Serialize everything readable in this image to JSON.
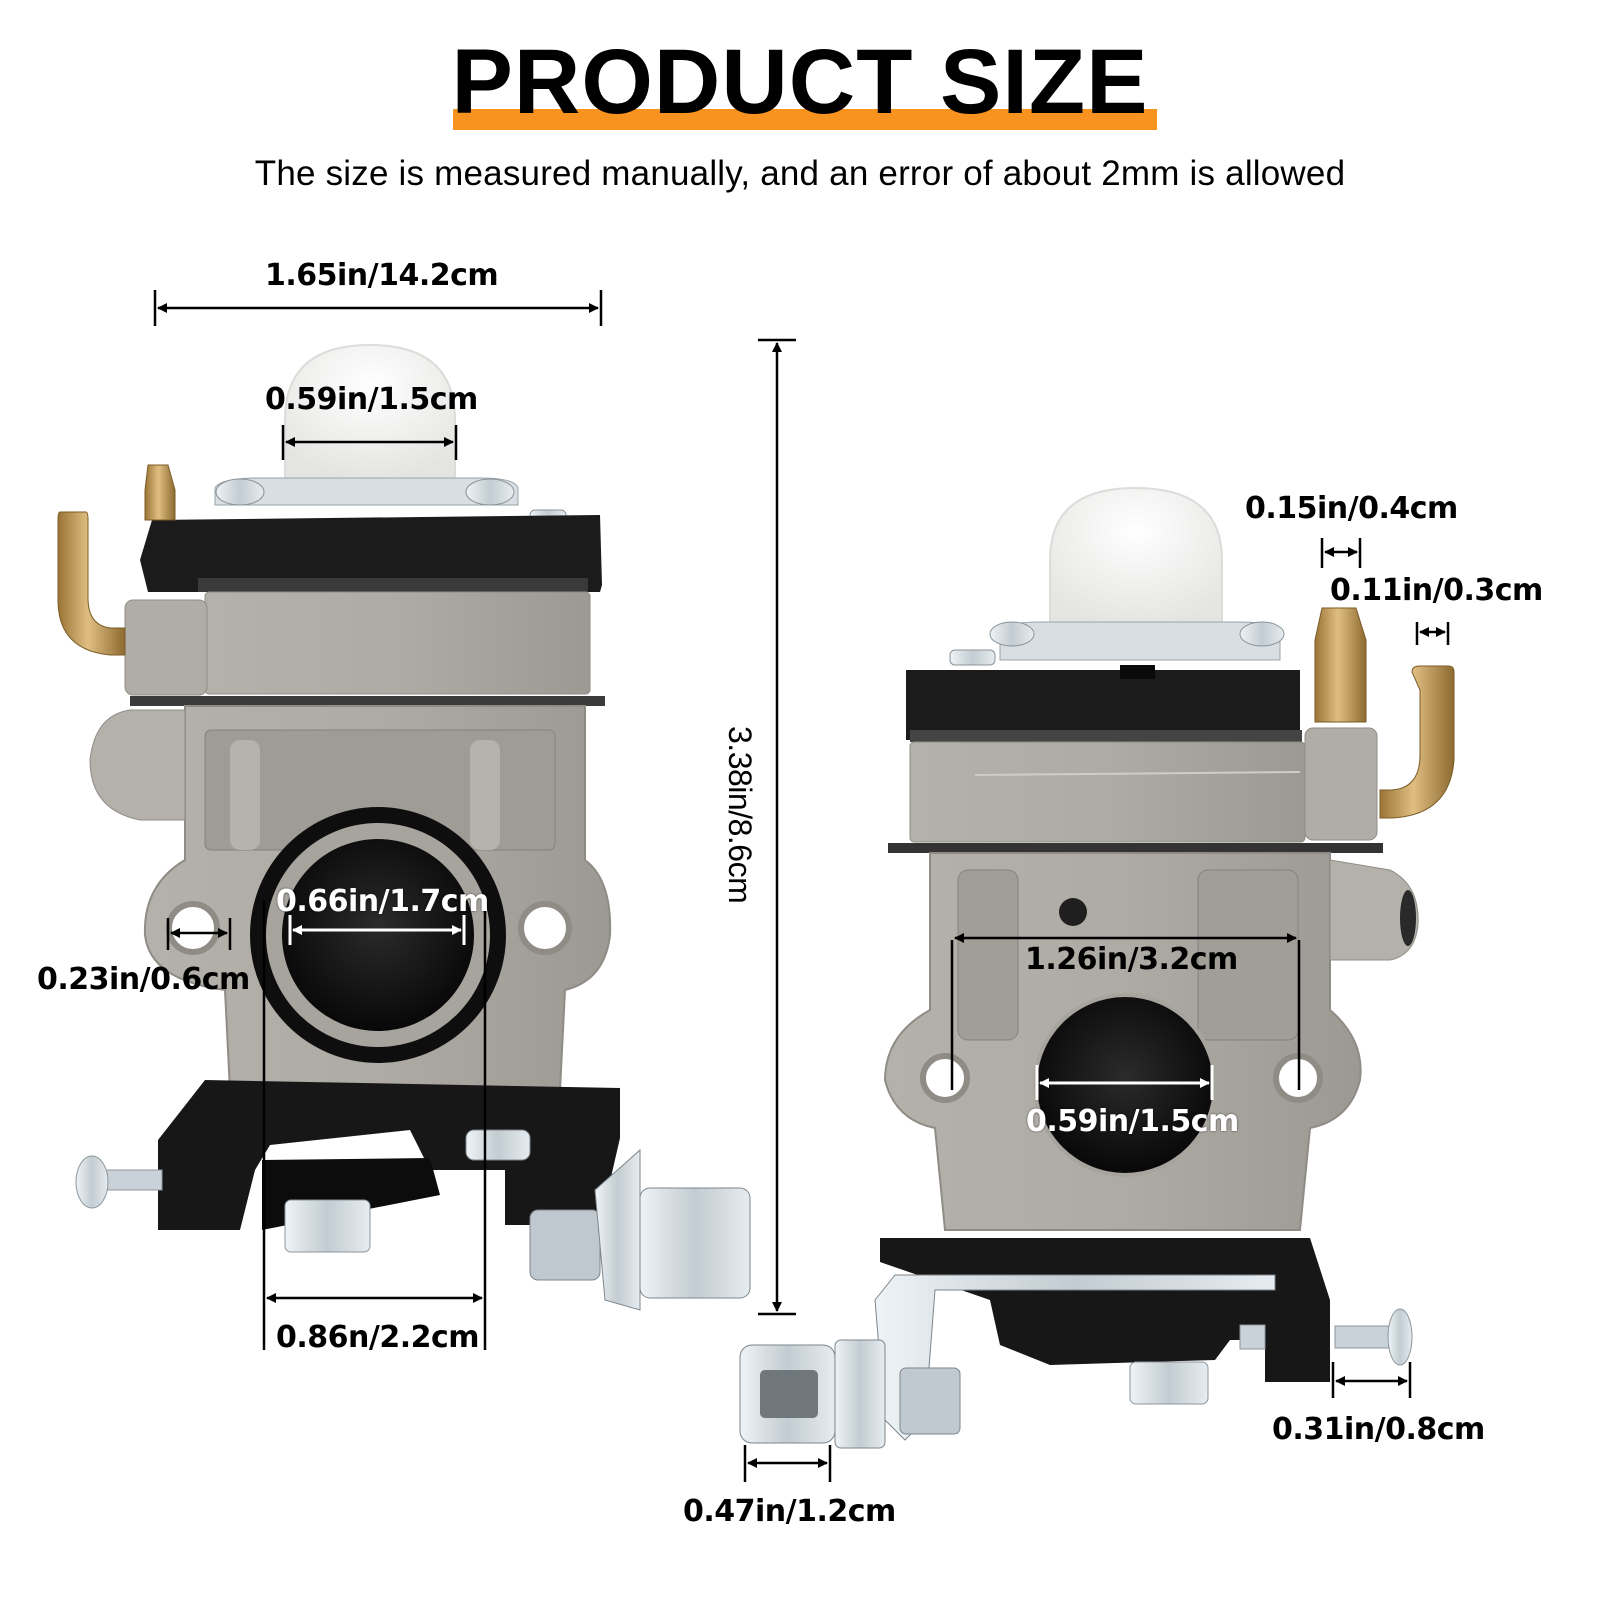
{
  "header": {
    "title": "PRODUCT SIZE",
    "subtitle": "The size is measured manually, and an error of about 2mm is allowed",
    "accent_color": "#f7931e"
  },
  "left_view": {
    "overall_width": "1.65in/14.2cm",
    "primer_bulb_width": "0.59in/1.5cm",
    "intake_bore": "0.66in/1.7cm",
    "mount_hole": "0.23in/0.6cm",
    "base_width": "0.86n/2.2cm"
  },
  "center": {
    "overall_height": "3.38in/8.6cm"
  },
  "right_view": {
    "fuel_nipple_1": "0.15in/0.4cm",
    "fuel_nipple_2": "0.11in/0.3cm",
    "mount_hole_spacing": "1.26in/3.2cm",
    "outlet_bore": "0.59in/1.5cm",
    "nut_width": "0.47in/1.2cm",
    "screw_length": "0.31in/0.8cm"
  },
  "colors": {
    "aluminum": "#a9a6a0",
    "aluminum_light": "#c9c6c0",
    "black_plastic": "#1c1c1c",
    "brass": "#c8a060",
    "bulb": "#f0f0ee",
    "steel": "#d5dde2"
  }
}
